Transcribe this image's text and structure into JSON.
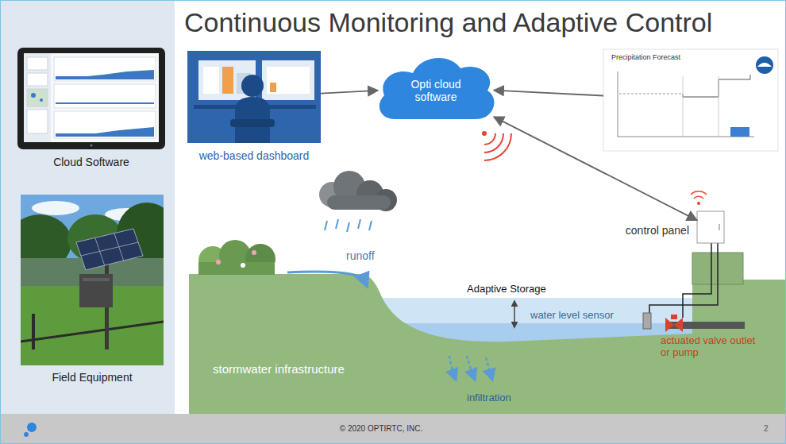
{
  "diagram": {
    "title": "Continuous Monitoring and Adaptive Control",
    "nodes": [
      {
        "text": [
          "Cloud Software"
        ]
      },
      {
        "text": [
          "Field Equipment"
        ]
      },
      {
        "text": [
          "web-based dashboard"
        ]
      },
      {
        "text": [
          "Opti cloud software"
        ]
      },
      {
        "text": [
          "Precipitation Forecast"
        ]
      },
      {
        "text": [
          "control panel"
        ]
      }
    ],
    "edges": [
      {
        "from": 2,
        "to": 3,
        "arrow": "to"
      },
      {
        "from": 4,
        "to": 3,
        "arrow": "to"
      },
      {
        "from": 3,
        "to": 5,
        "arrow": "both"
      }
    ],
    "labels": [
      "runoff",
      "Adaptive Storage",
      "water level sensor",
      "actuated valve outlet or pump",
      "stormwater infrastructure",
      "infiltration",
      "© 2020 OPTIRTC, INC.",
      "2"
    ]
  }
}
